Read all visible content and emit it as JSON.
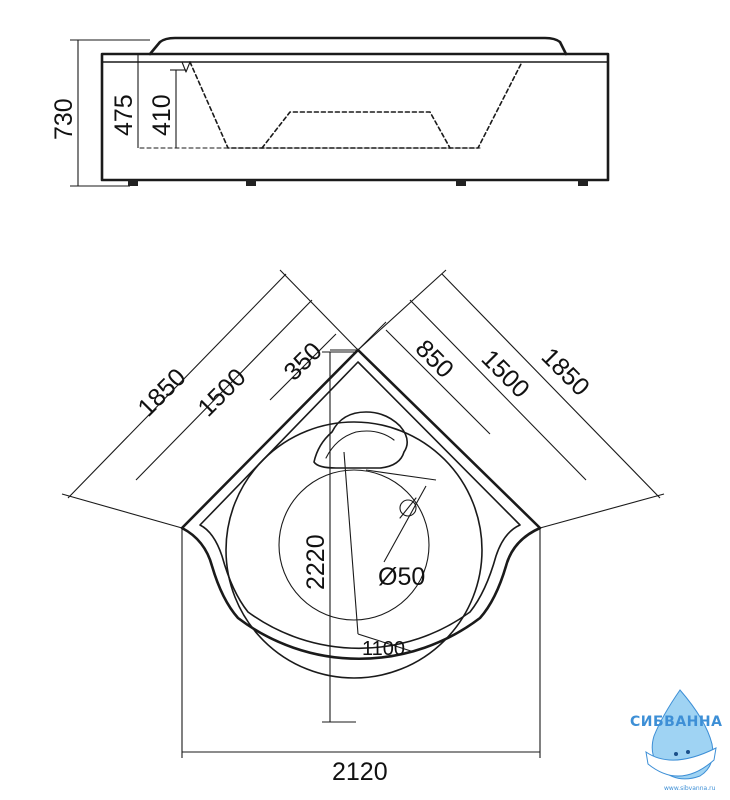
{
  "dimensions": {
    "height_total": "730",
    "height_outer": "475",
    "height_inner": "410",
    "side_outer_left": "1850",
    "side_inner_left": "1500",
    "offset_left": "350",
    "side_outer_right": "1850",
    "side_inner_right": "1500",
    "offset_right": "850",
    "diagonal": "2220",
    "depth_mark": "1100",
    "drain": "Ø50",
    "width": "2120"
  },
  "logo": {
    "name": "СИБВАННА",
    "url": "www.sibvanna.ru"
  },
  "colors": {
    "line": "#1a1a1a",
    "logo_blue": "#3d8fd6",
    "logo_light": "#9fd3f3"
  }
}
